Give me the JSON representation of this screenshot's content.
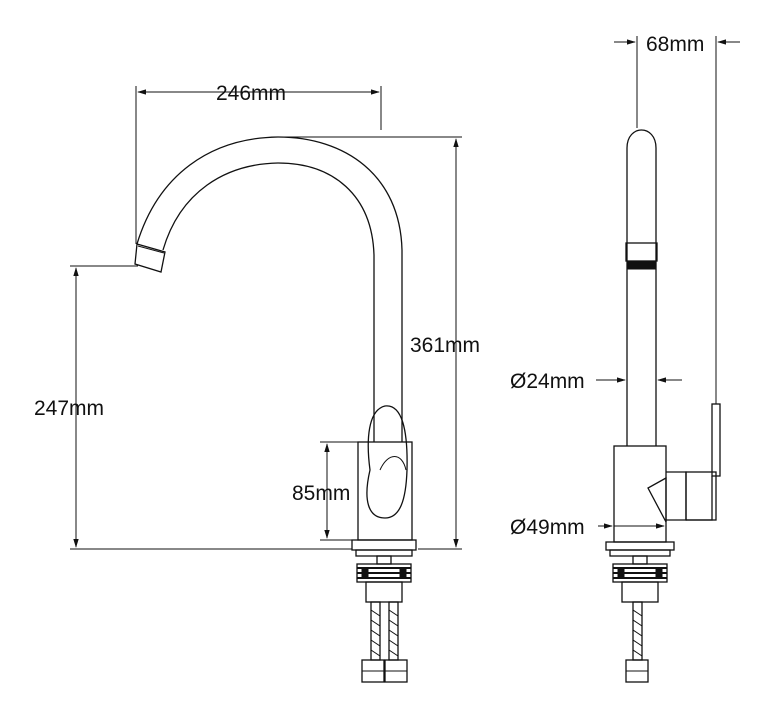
{
  "dimensions": {
    "spout_reach": "246mm",
    "total_height": "361mm",
    "spout_height": "247mm",
    "body_height": "85mm",
    "depth": "68mm",
    "spout_diameter": "Ø24mm",
    "body_diameter": "Ø49mm"
  },
  "colors": {
    "line": "#111111",
    "background": "#ffffff"
  }
}
